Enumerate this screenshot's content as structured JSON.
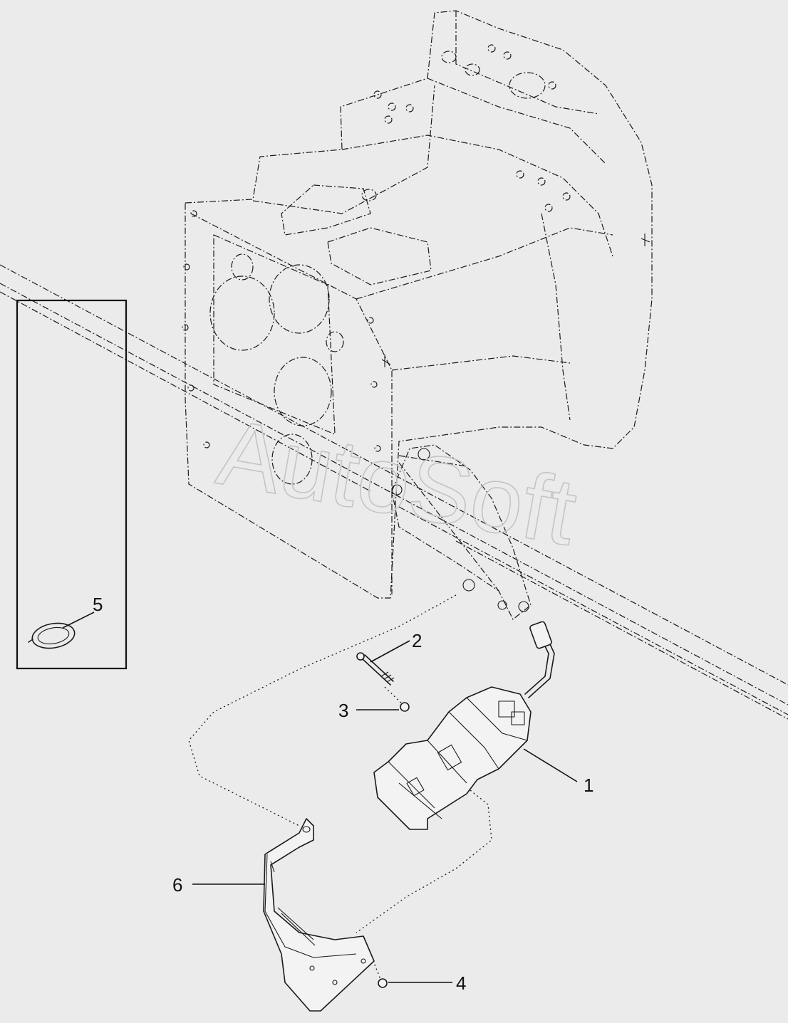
{
  "watermark": "AutoSoft",
  "callouts": [
    {
      "id": "1",
      "label": "1"
    },
    {
      "id": "2",
      "label": "2"
    },
    {
      "id": "3",
      "label": "3"
    },
    {
      "id": "4",
      "label": "4"
    },
    {
      "id": "5",
      "label": "5"
    },
    {
      "id": "6",
      "label": "6"
    }
  ],
  "colors": {
    "background": "#ebebeb",
    "line": "#1a1a1a",
    "watermark": "#c4c4c4"
  }
}
